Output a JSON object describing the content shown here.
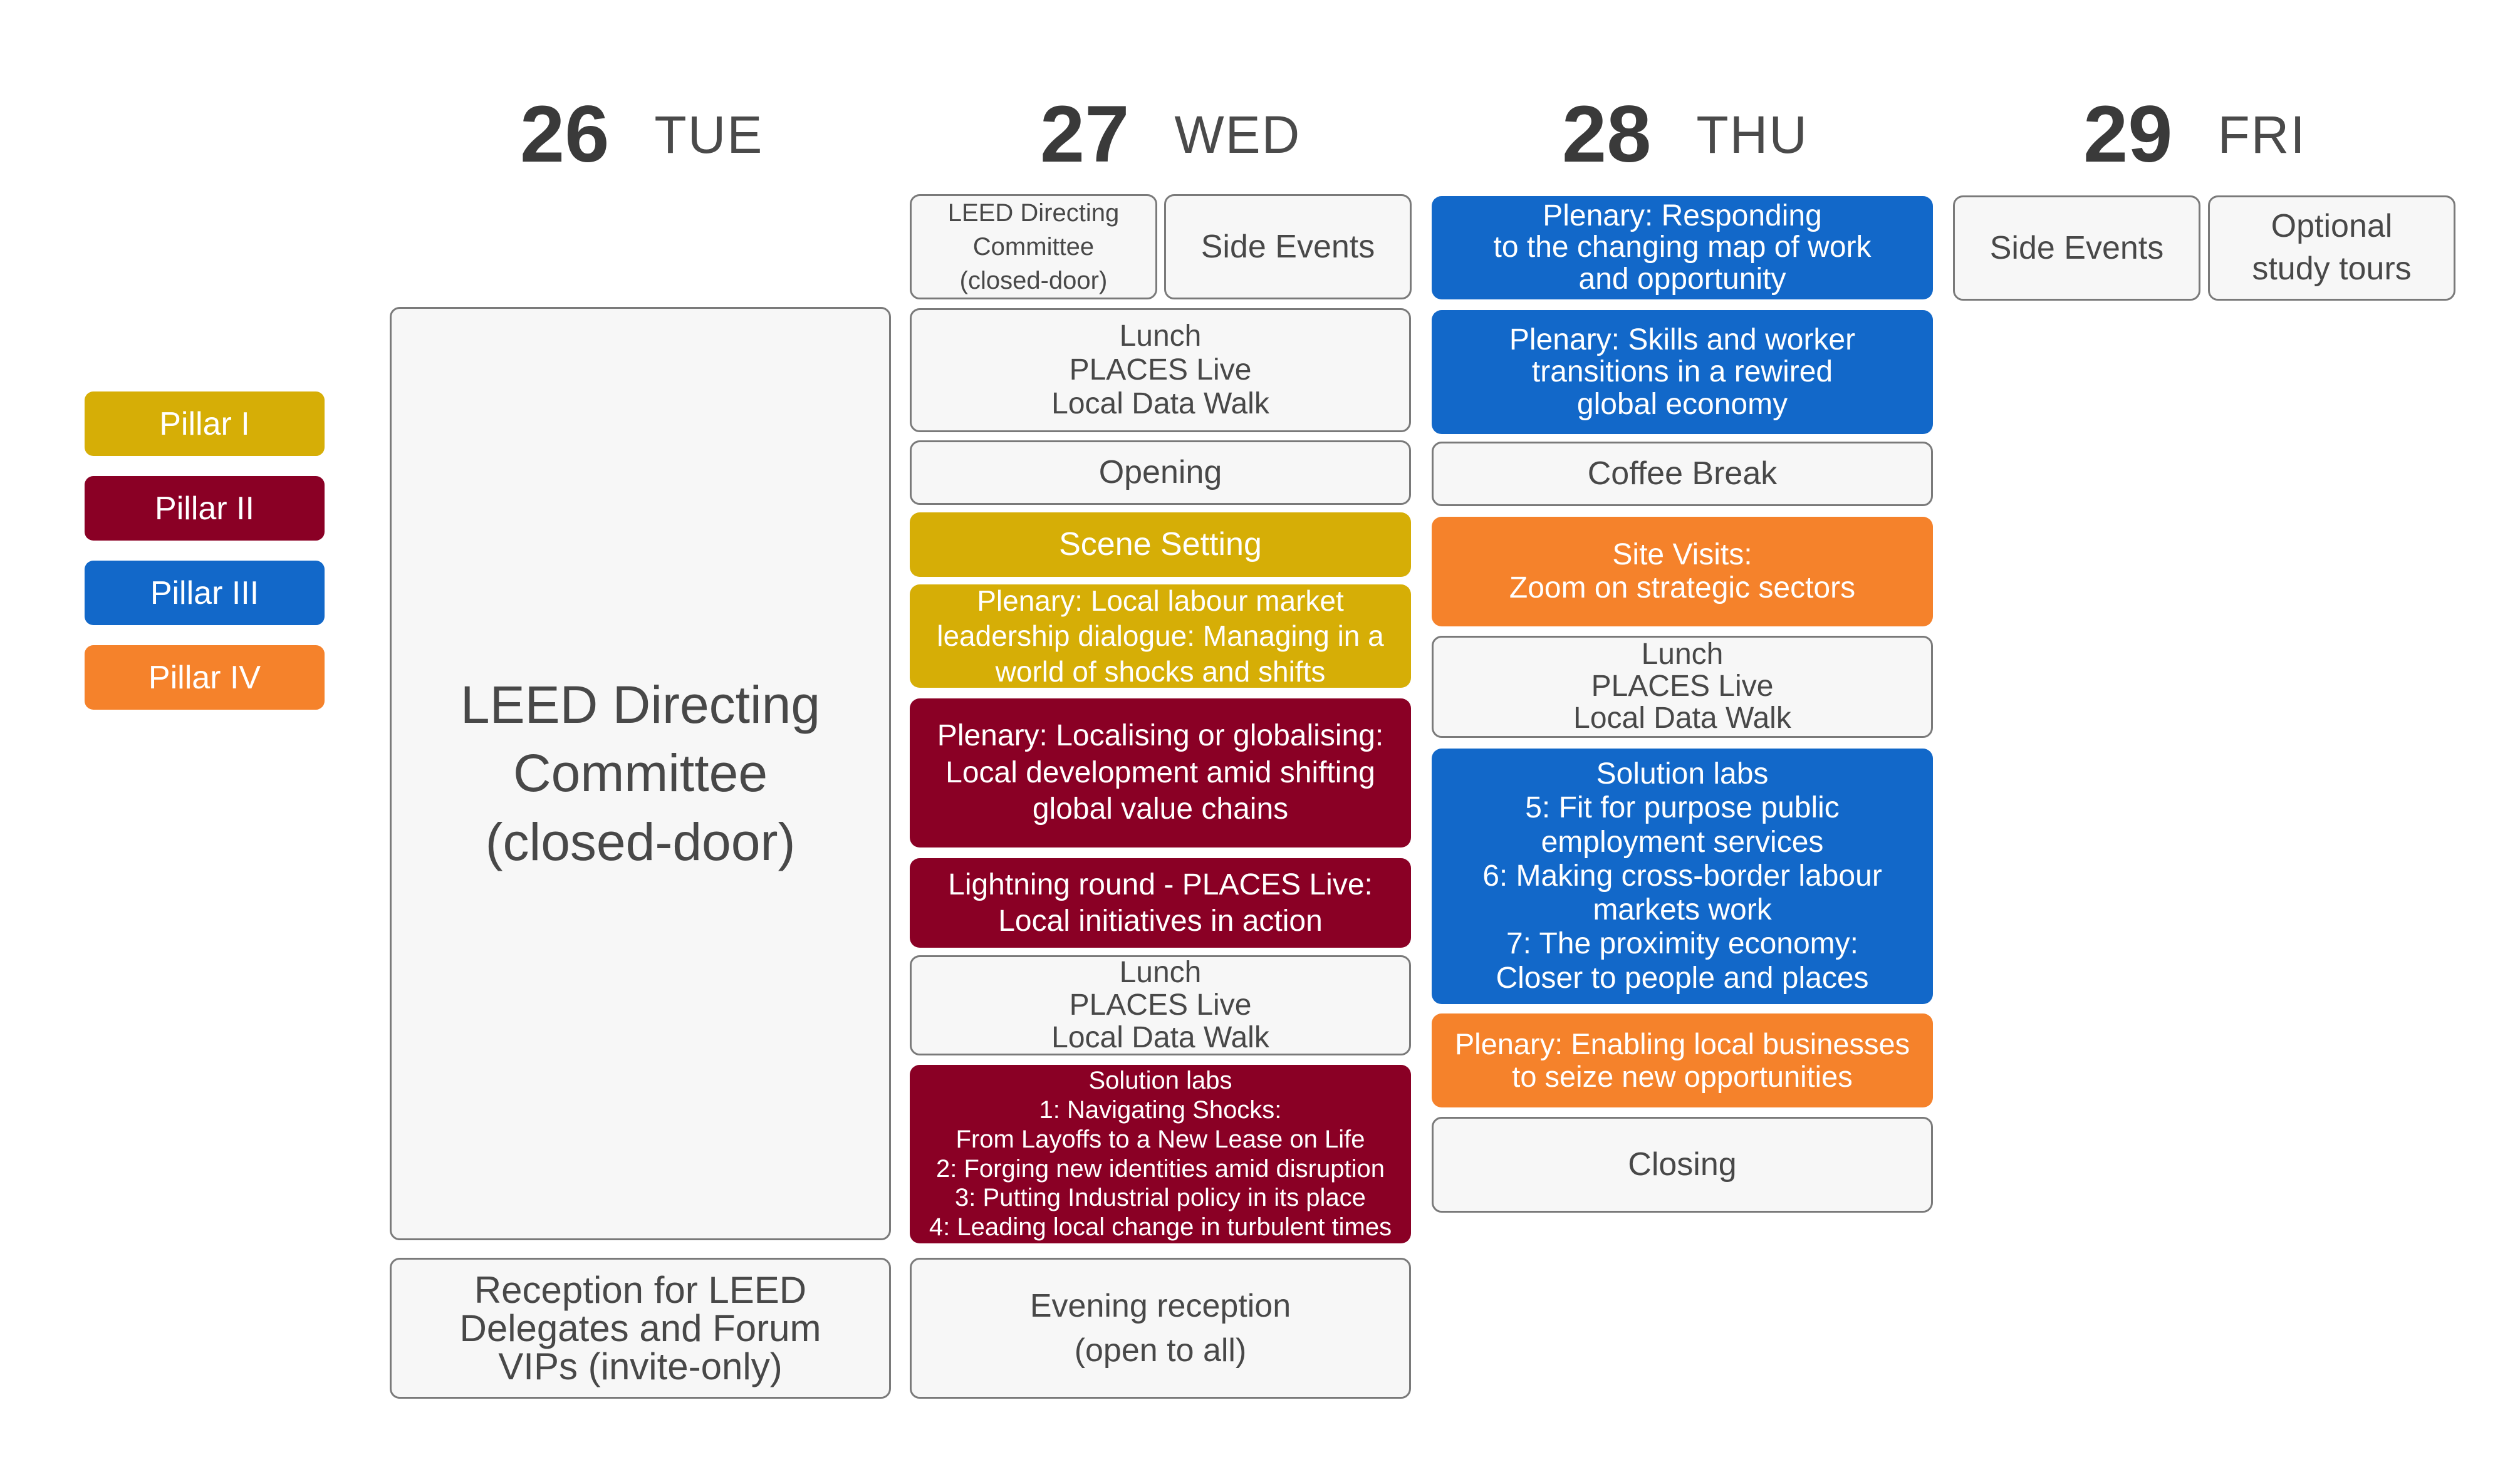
{
  "legend": [
    {
      "label": "Pillar I",
      "color": "#d6ae06"
    },
    {
      "label": "Pillar II",
      "color": "#8a0025"
    },
    {
      "label": "Pillar III",
      "color": "#1268c9"
    },
    {
      "label": "Pillar IV",
      "color": "#f5822b"
    }
  ],
  "days": [
    {
      "num": "26",
      "name": "TUE"
    },
    {
      "num": "27",
      "name": "WED"
    },
    {
      "num": "28",
      "name": "THU"
    },
    {
      "num": "29",
      "name": "FRI"
    }
  ],
  "tue": {
    "committee": "LEED Directing\nCommittee\n(closed-door)",
    "reception": "Reception for LEED\nDelegates and Forum\nVIPs (invite-only)"
  },
  "wed": {
    "committee": "LEED Directing\nCommittee\n(closed-door)",
    "side_events": "Side Events",
    "lunch1": "Lunch\nPLACES Live\nLocal Data Walk",
    "opening": "Opening",
    "scene_setting": "Scene Setting",
    "plenary_labour": "Plenary: Local labour market\nleadership dialogue: Managing in a\nworld of shocks and shifts",
    "plenary_localising": "Plenary: Localising or globalising:\nLocal development amid shifting\nglobal value chains",
    "lightning": "Lightning round - PLACES Live:\nLocal initiatives in action",
    "lunch2": "Lunch\nPLACES Live\nLocal Data Walk",
    "solution_labs": "Solution labs\n1: Navigating Shocks:\nFrom Layoffs to a New Lease on Life\n2: Forging new identities amid disruption\n3: Putting Industrial policy in its place\n4: Leading local change in turbulent times",
    "evening": "Evening reception\n(open to all)"
  },
  "thu": {
    "plenary_map": "Plenary: Responding\nto the changing map of work\nand opportunity",
    "plenary_skills": "Plenary: Skills and worker\ntransitions in a rewired\nglobal economy",
    "coffee": "Coffee Break",
    "site_visits": "Site Visits:\nZoom on strategic sectors",
    "lunch": "Lunch\nPLACES Live\nLocal Data Walk",
    "solution_labs": "Solution labs\n5: Fit for purpose public\nemployment services\n6: Making cross-border labour\nmarkets work\n7: The proximity economy:\nCloser to people and places",
    "plenary_business": "Plenary: Enabling local businesses\nto seize new opportunities",
    "closing": "Closing"
  },
  "fri": {
    "side_events": "Side Events",
    "study_tours": "Optional\nstudy tours"
  }
}
